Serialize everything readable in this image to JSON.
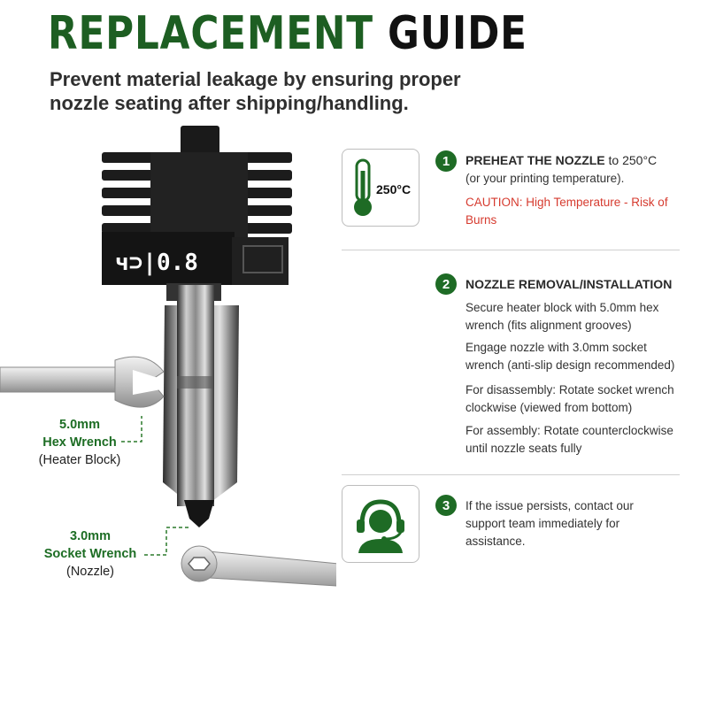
{
  "title": {
    "part1": "REPLACEMENT",
    "part2": "GUIDE"
  },
  "subtitle": "Prevent material leakage by ensuring proper nozzle seating after shipping/handling.",
  "product": {
    "hotend_marking": "ч⊃|0.8"
  },
  "labels": {
    "hex": {
      "size": "5.0mm",
      "name": "Hex Wrench",
      "note": "(Heater Block)"
    },
    "socket": {
      "size": "3.0mm",
      "name": "Socket Wrench",
      "note": "(Nozzle)"
    }
  },
  "steps": [
    {
      "number": "1",
      "icon_name": "thermometer-icon",
      "icon_text": "250°C",
      "heading_bold": "PREHEAT THE NOZZLE",
      "heading_rest": " to 250°C",
      "lines": [
        "(or your printing temperature)."
      ],
      "caution": "CAUTION: High Temperature - Risk of Burns"
    },
    {
      "number": "2",
      "heading_bold": "NOZZLE REMOVAL/INSTALLATION",
      "lines": [
        "Secure heater block with 5.0mm hex wrench (fits alignment grooves)",
        "Engage nozzle with 3.0mm socket wrench (anti-slip design recommended)",
        "For disassembly: Rotate socket wrench clockwise (viewed from bottom)",
        "For assembly: Rotate counterclockwise until nozzle seats fully"
      ]
    },
    {
      "number": "3",
      "icon_name": "support-agent-icon",
      "lines": [
        "If the issue persists, contact our support team immediately for assistance."
      ]
    }
  ],
  "colors": {
    "brand_green": "#1d5e22",
    "caution_red": "#d63b2f",
    "text_dark": "#2a2a2a"
  }
}
